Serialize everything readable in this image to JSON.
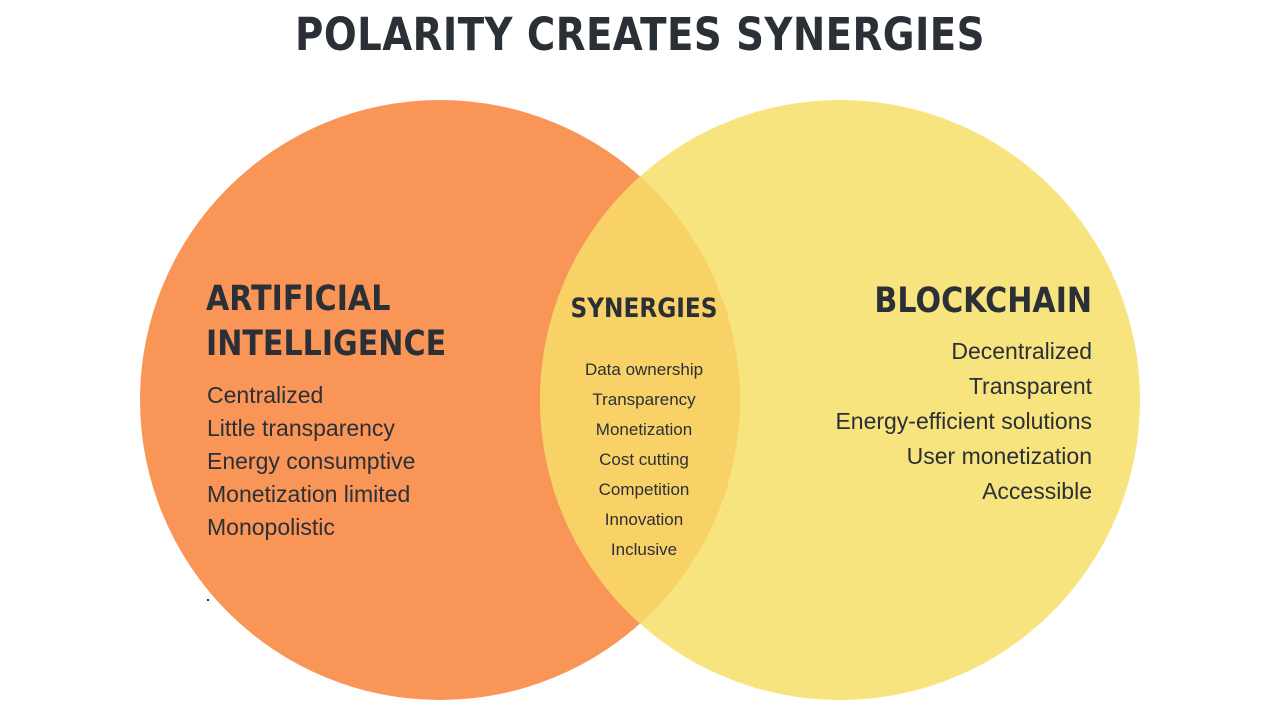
{
  "title": "POLARITY CREATES SYNERGIES",
  "colors": {
    "ai_circle": "#fa9558",
    "blockchain_circle": "#f8e47e",
    "overlap": "#f8d167",
    "text": "#2b2f36"
  },
  "ai": {
    "heading": [
      "ARTIFICIAL",
      "INTELLIGENCE"
    ],
    "items": [
      "Centralized",
      "Little transparency",
      "Energy consumptive",
      "Monetization limited",
      "Monopolistic"
    ]
  },
  "synergies": {
    "heading": "SYNERGIES",
    "items": [
      "Data ownership",
      "Transparency",
      "Monetization",
      "Cost cutting",
      "Competition",
      "Innovation",
      "Inclusive"
    ]
  },
  "blockchain": {
    "heading": "BLOCKCHAIN",
    "items": [
      "Decentralized",
      "Transparent",
      "Energy-efficient solutions",
      "User monetization",
      "Accessible"
    ]
  }
}
